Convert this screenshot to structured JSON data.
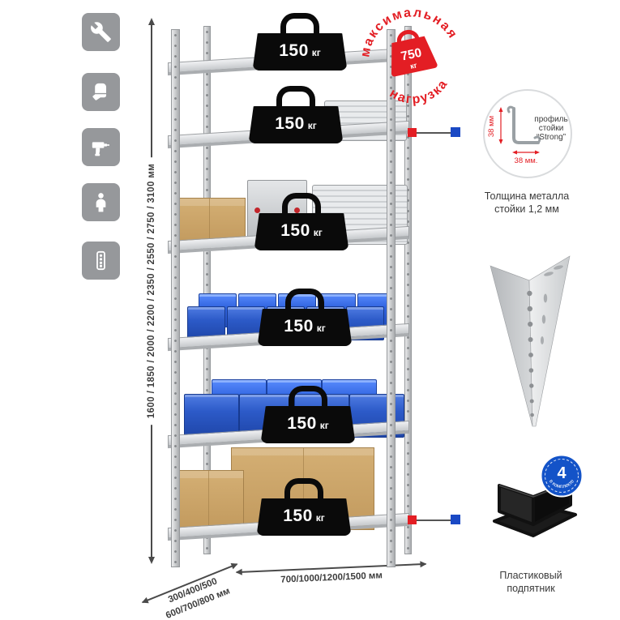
{
  "sidebar": {
    "icons": [
      {
        "name": "wrench"
      },
      {
        "name": "gloves"
      },
      {
        "name": "drill"
      },
      {
        "name": "person"
      },
      {
        "name": "perforated-post"
      }
    ]
  },
  "rack": {
    "weights": [
      {
        "value": "150",
        "unit": "кг"
      },
      {
        "value": "150",
        "unit": "кг"
      },
      {
        "value": "150",
        "unit": "кг"
      },
      {
        "value": "150",
        "unit": "кг"
      },
      {
        "value": "150",
        "unit": "кг"
      },
      {
        "value": "150",
        "unit": "кг"
      }
    ]
  },
  "stamp": {
    "arc_top": "максимальная",
    "arc_bottom": "нагрузка",
    "value": "750",
    "unit": "кг"
  },
  "dimensions": {
    "height": "1600 / 1850 / 2000 / 2200 / 2350 / 2550 / 2750 / 3100 мм",
    "depth_line1": "300/400/500",
    "depth_line2": "600/700/800 мм",
    "width": "700/1000/1200/1500 мм"
  },
  "profile_callout": {
    "line1": "профиль",
    "line2": "стойки",
    "line3": "“Strong”",
    "dim_vertical": "38 мм",
    "dim_horizontal": "38 мм.",
    "caption_line1": "Толщина металла",
    "caption_line2": "стойки 1,2 мм"
  },
  "foot_callout": {
    "badge_value": "4",
    "badge_arc": "в комплекте",
    "caption_line1": "Пластиковый",
    "caption_line2": "подпятник"
  },
  "colors": {
    "red": "#e31e24",
    "blue": "#1a49c4",
    "tile_gray": "#96989b"
  }
}
